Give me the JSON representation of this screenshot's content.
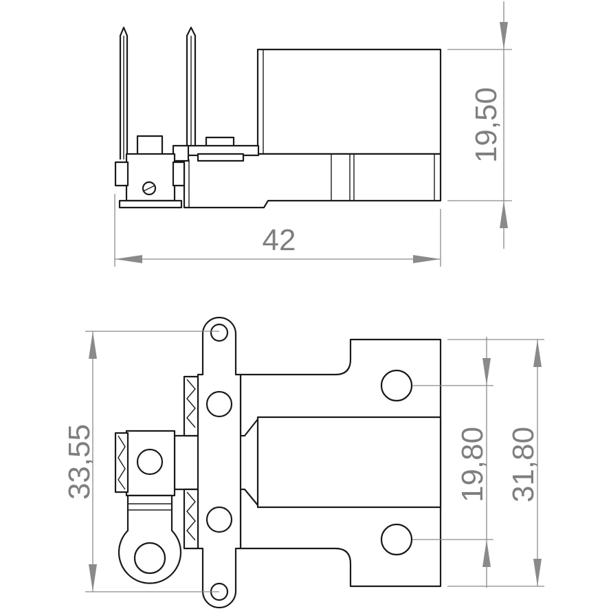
{
  "dimensions": {
    "side_view_width": "42",
    "side_view_height": "19,50",
    "top_view_total_height": "33,55",
    "top_view_hole_spacing": "19,80",
    "top_view_body_height": "31,80"
  }
}
